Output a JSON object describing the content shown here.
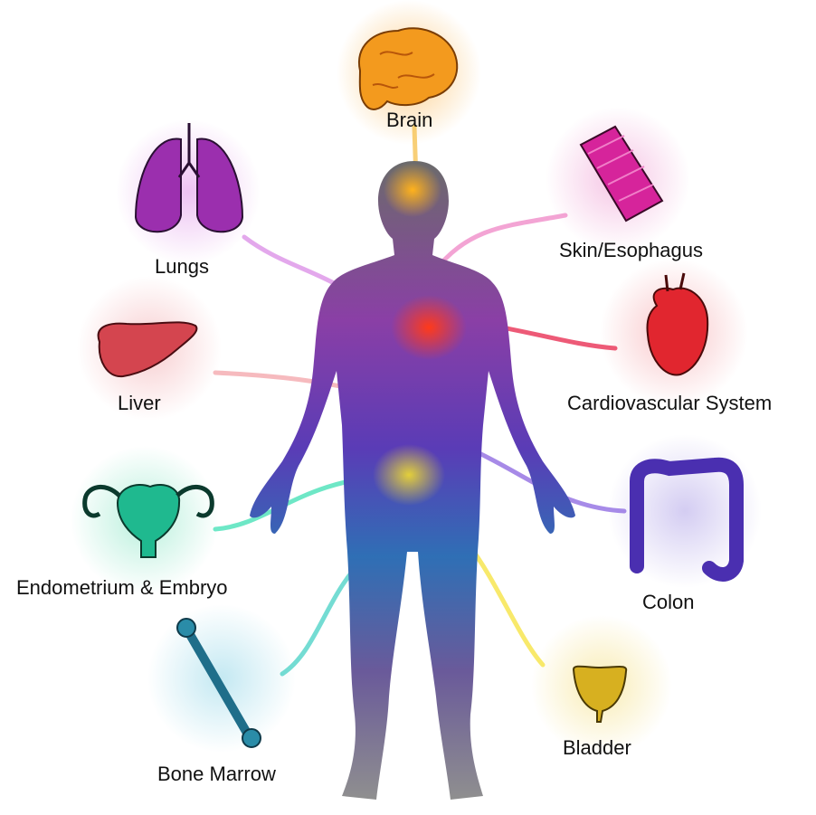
{
  "organs": [
    {
      "key": "brain",
      "label": "Brain",
      "color": "#f39a1e",
      "glow": "#fbc77a",
      "icon": "brain-icon"
    },
    {
      "key": "lungs",
      "label": "Lungs",
      "color": "#9b2fae",
      "glow": "#e9b3ef",
      "icon": "lungs-icon"
    },
    {
      "key": "skin",
      "label": "Skin/Esophagus",
      "color": "#d6249b",
      "glow": "#f3b7de",
      "icon": "skin-tissue-icon"
    },
    {
      "key": "liver",
      "label": "Liver",
      "color": "#d4454f",
      "glow": "#f6c1c4",
      "icon": "liver-icon"
    },
    {
      "key": "heart",
      "label": "Cardiovascular System",
      "color": "#e1262f",
      "glow": "#f7b8bc",
      "icon": "heart-icon"
    },
    {
      "key": "uterus",
      "label": "Endometrium & Embryo",
      "color": "#1fb98f",
      "glow": "#a8ecd4",
      "icon": "uterus-icon"
    },
    {
      "key": "colon",
      "label": "Colon",
      "color": "#4a2fb0",
      "glow": "#c9c0ef",
      "icon": "colon-icon"
    },
    {
      "key": "bone",
      "label": "Bone Marrow",
      "color": "#2a8ca8",
      "glow": "#b5e3ef",
      "icon": "bone-icon"
    },
    {
      "key": "bladder",
      "label": "Bladder",
      "color": "#d7b020",
      "glow": "#f7e7a0",
      "icon": "bladder-icon"
    }
  ]
}
